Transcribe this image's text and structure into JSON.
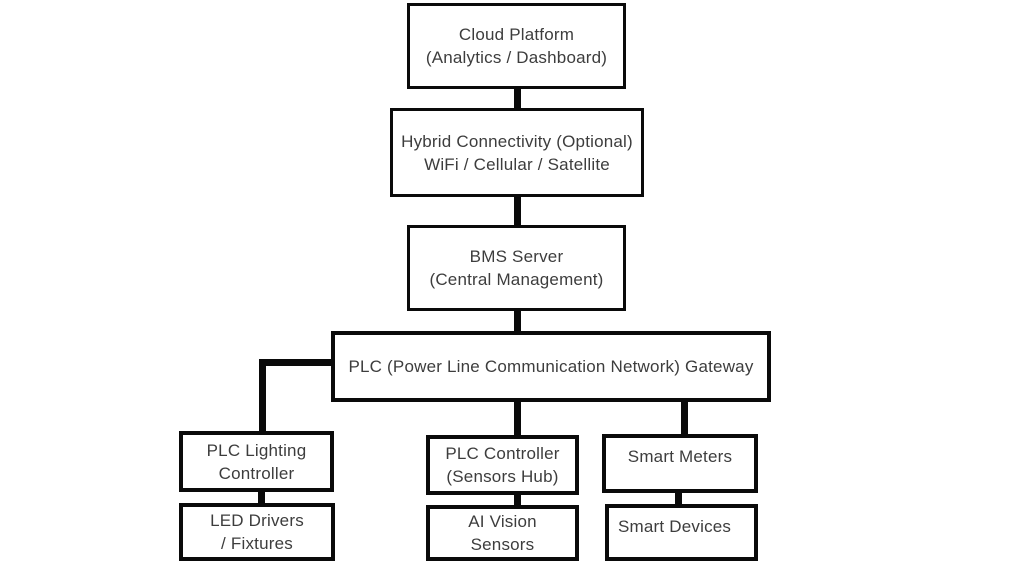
{
  "diagram": {
    "background_color": "#ffffff",
    "line_color": "#0a0a0a",
    "text_color": "#3d3d3d",
    "box_fill_color": "#ffffff",
    "nodes": {
      "cloud_platform": {
        "line1": "Cloud Platform",
        "line2": "(Analytics / Dashboard)"
      },
      "hybrid_connectivity": {
        "line1": "Hybrid Connectivity (Optional)",
        "line2": "WiFi / Cellular / Satellite"
      },
      "bms_server": {
        "line1": "BMS Server",
        "line2": "(Central Management)"
      },
      "plc_gateway": {
        "line1": "PLC (Power Line Communication Network) Gateway"
      },
      "plc_lighting_controller": {
        "line1": "PLC Lighting",
        "line2": "Controller"
      },
      "plc_controller": {
        "line1": "PLC Controller",
        "line2": "(Sensors Hub)"
      },
      "smart_meters": {
        "line1": "Smart Meters"
      },
      "led_drivers_fixtures": {
        "line1": "LED Drivers",
        "line2": "/ Fixtures"
      },
      "ai_vision_sensors": {
        "line1": "AI Vision",
        "line2": "Sensors"
      },
      "smart_devices": {
        "line1": "Smart Devices"
      }
    },
    "edges": [
      {
        "from": "cloud_platform",
        "to": "hybrid_connectivity"
      },
      {
        "from": "hybrid_connectivity",
        "to": "bms_server"
      },
      {
        "from": "bms_server",
        "to": "plc_gateway"
      },
      {
        "from": "plc_gateway",
        "to": "plc_lighting_controller"
      },
      {
        "from": "plc_gateway",
        "to": "plc_controller"
      },
      {
        "from": "plc_gateway",
        "to": "smart_meters"
      },
      {
        "from": "plc_lighting_controller",
        "to": "led_drivers_fixtures"
      },
      {
        "from": "plc_controller",
        "to": "ai_vision_sensors"
      },
      {
        "from": "smart_meters",
        "to": "smart_devices"
      }
    ]
  }
}
